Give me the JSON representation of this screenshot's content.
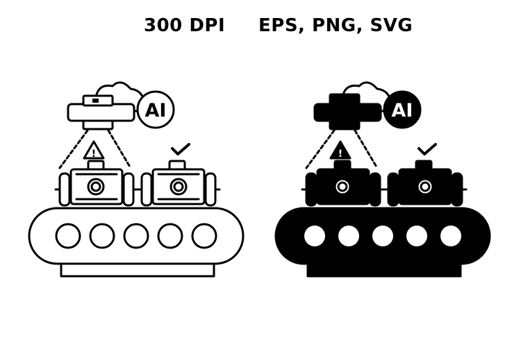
{
  "header": {
    "resolution": "300 DPI",
    "formats": "EPS, PNG, SVG"
  },
  "icons": {
    "badge_text": "AI",
    "warning_mark": "!",
    "outline_variant": {
      "style": "outline",
      "stroke": "#000000",
      "fill": "#ffffff"
    },
    "solid_variant": {
      "style": "solid",
      "fill": "#000000",
      "detail": "#ffffff"
    }
  }
}
